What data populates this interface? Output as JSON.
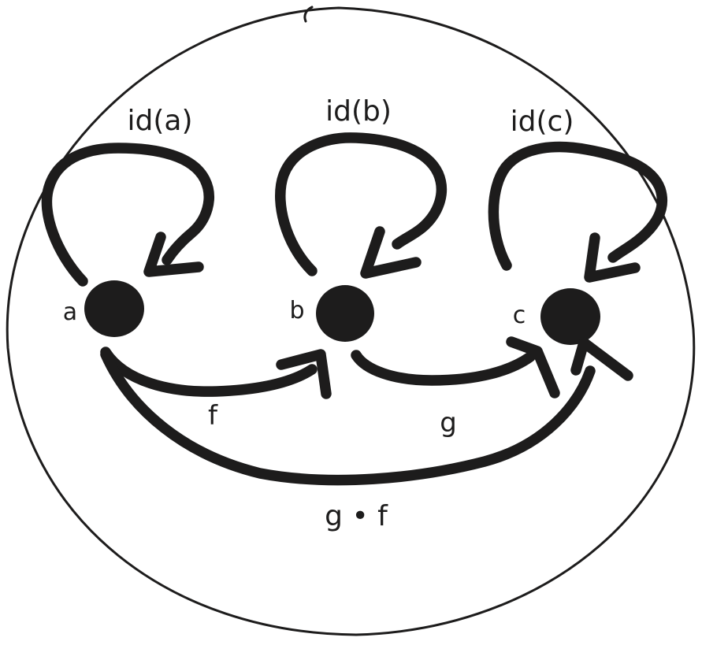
{
  "canvas": {
    "background": "#ffffff",
    "ink_color": "#1d1c1c"
  },
  "diagram": {
    "kind": "hand-drawn category diagram in a circle",
    "nodes": [
      {
        "id": "a",
        "label": "a"
      },
      {
        "id": "b",
        "label": "b"
      },
      {
        "id": "c",
        "label": "c"
      }
    ],
    "identities": [
      {
        "node": "a",
        "label": "id(a)"
      },
      {
        "node": "b",
        "label": "id(b)"
      },
      {
        "node": "c",
        "label": "id(c)"
      }
    ],
    "morphisms": [
      {
        "from": "a",
        "to": "b",
        "label": "f"
      },
      {
        "from": "b",
        "to": "c",
        "label": "g"
      },
      {
        "from": "a",
        "to": "c",
        "label": "g • f"
      }
    ]
  }
}
